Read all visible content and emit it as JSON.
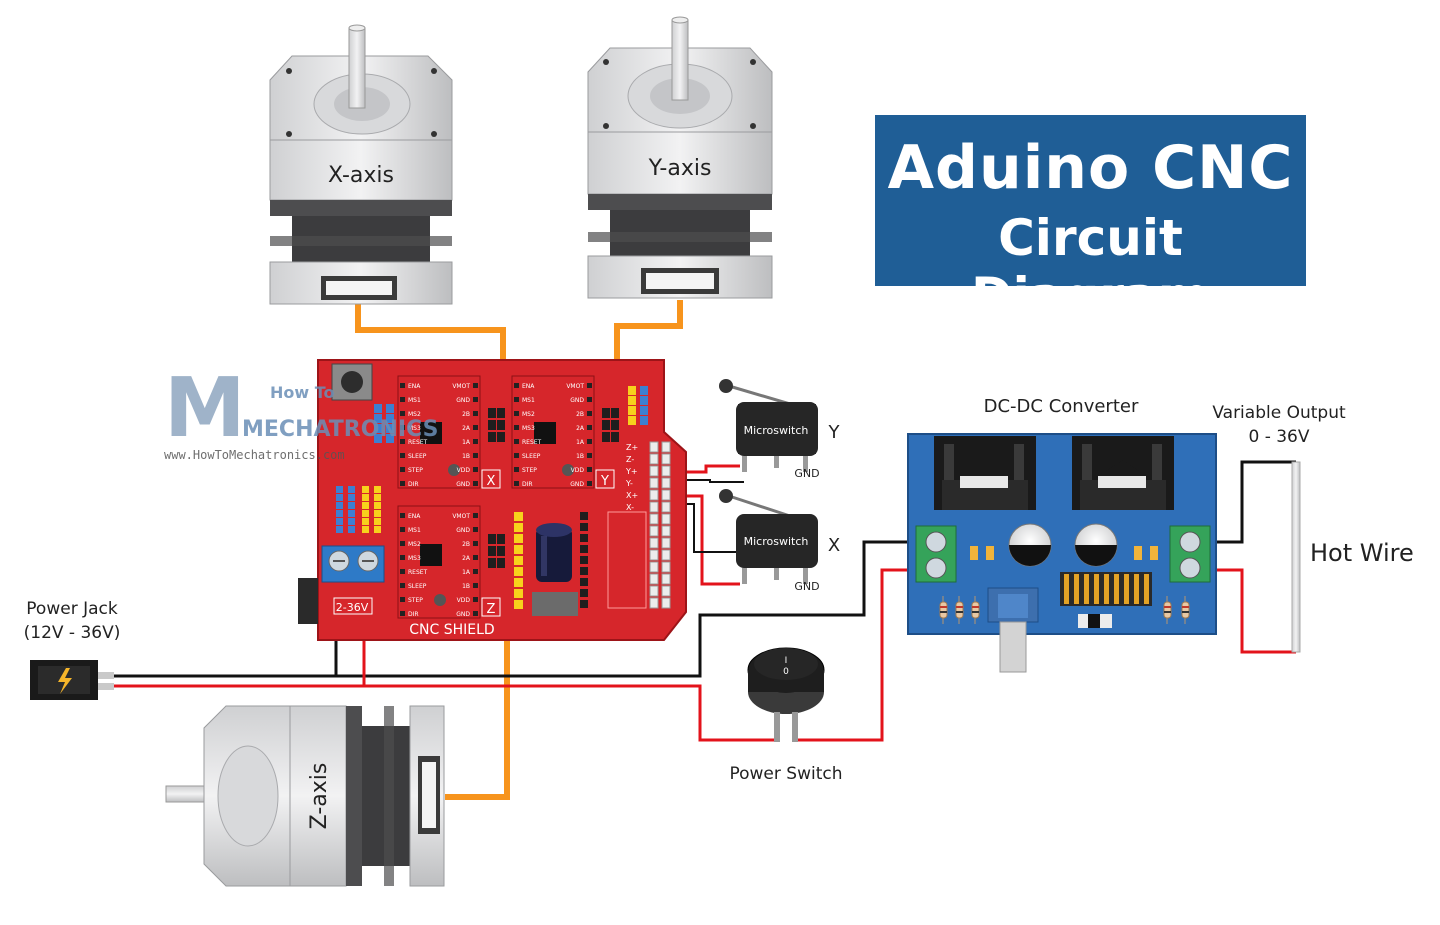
{
  "title": {
    "line1": "Aduino CNC",
    "line2": "Circuit Diagram"
  },
  "motors": {
    "x": "X-axis",
    "y": "Y-axis",
    "z": "Z-axis"
  },
  "shield": {
    "name": "CNC SHIELD",
    "power_label": "2-36V",
    "driver_labels": {
      "x": "X",
      "y": "Y",
      "z": "Z"
    },
    "pins_left": [
      "ENA",
      "MS1",
      "MS2",
      "MS3",
      "RESET",
      "SLEEP",
      "STEP",
      "DIR"
    ],
    "pins_right": [
      "VMOT",
      "GND",
      "2B",
      "2A",
      "1A",
      "1B",
      "VDD",
      "GND"
    ],
    "endstop_labels": [
      "Z+",
      "Z-",
      "Y+",
      "Y-",
      "X+",
      "X-"
    ]
  },
  "logo": {
    "line1": "How To",
    "line2": "MECHATRONICS",
    "url": "www.HowToMechatronics.com"
  },
  "switches": {
    "y": {
      "name": "Microswitch",
      "axis": "Y",
      "gnd": "GND"
    },
    "x": {
      "name": "Microswitch",
      "axis": "X",
      "gnd": "GND"
    }
  },
  "converter": {
    "label": "DC-DC Converter"
  },
  "variable_output": {
    "line1": "Variable Output",
    "line2": "0 - 36V"
  },
  "hot_wire": "Hot Wire",
  "power_jack": {
    "line1": "Power Jack",
    "line2": "(12V - 36V)"
  },
  "power_switch": {
    "label": "Power Switch",
    "on": "I",
    "off": "0"
  },
  "colors": {
    "title_bg": "#1f5e96",
    "shield": "#d6262b",
    "converter": "#2f6fb8",
    "stepper_wire": "#f7941d",
    "wire_red": "#e3131b",
    "wire_black": "#111111"
  }
}
